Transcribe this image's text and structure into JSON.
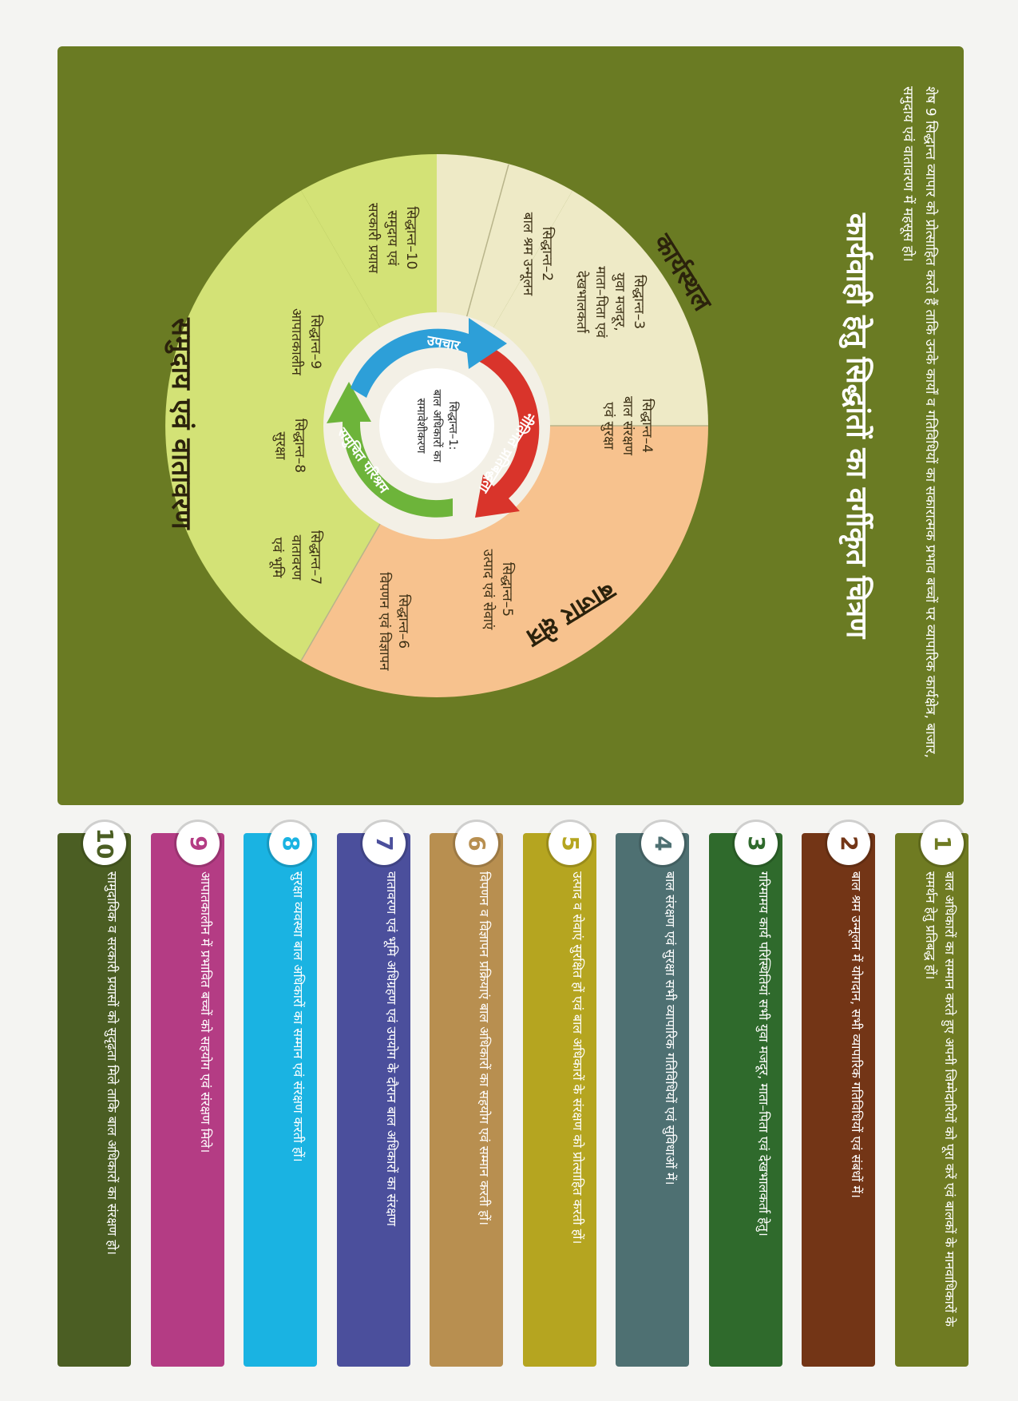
{
  "intro": "शेष 9 सिद्धान्त व्यापार को प्रोत्साहित करते हैं ताकि उनके कार्यों व गतिविधियों का सकारात्मक प्रभाव बच्चों पर व्यापारिक कार्यक्षेत्र, बाजार, समुदाय एवं वातावरण में महसूस हो।",
  "title": "कार्यवाही हेतु सिद्धांतों का वर्गीकृत चित्रण",
  "zones": {
    "workplace": "कार्यस्थल",
    "market": "बाजार क्षेत्र",
    "community": "समुदाय एवं वातावरण"
  },
  "segments": {
    "p4": {
      "head": "सिद्धान्त–4",
      "l1": "बाल संरक्षण",
      "l2": "एवं सुरक्षा"
    },
    "p3": {
      "head": "सिद्धान्त–3",
      "l1": "युवा मजदूर,",
      "l2": "माता–पिता एवं",
      "l3": "देखभालकर्ता"
    },
    "p2": {
      "head": "सिद्धान्त–2",
      "l1": "बाल श्रम उन्मूलन"
    },
    "p5": {
      "head": "सिद्धान्त–5",
      "l1": "उत्पाद एवं सेवाएं"
    },
    "p6": {
      "head": "सिद्धान्त–6",
      "l1": "विपणन एवं विज्ञापन"
    },
    "p10": {
      "head": "सिद्धान्त–10",
      "l1": "समुदाय एवं",
      "l2": "सरकारी प्रयास"
    },
    "p9": {
      "head": "सिद्धान्त–9",
      "l1": "आपातकालीन"
    },
    "p8": {
      "head": "सिद्धान्त–8",
      "l1": "सुरक्षा"
    },
    "p7": {
      "head": "सिद्धान्त–7",
      "l1": "वातावरण",
      "l2": "एवं भूमि"
    }
  },
  "cycle": {
    "arrow_red": "नीतिगत प्रतिबद्धता",
    "arrow_green": "समुचित परिश्रम",
    "arrow_blue": "उपचार",
    "center_l1": "सिद्धान्त–1:",
    "center_l2": "बाल अधिकारों का",
    "center_l3": "समावेशीकरण"
  },
  "cards": [
    {
      "num": "1",
      "text": "बाल अधिकारों का सम्मान करते हुए अपनी जिम्मेदारियों को पूरा करें एवं बालकों के मानवाधिकारों के समर्थन हेतु प्रतिबद्ध हों।",
      "color": "#6f7b22"
    },
    {
      "num": "2",
      "text": "बाल श्रम उन्मूलन में योगदान, सभी व्यापारिक गतिविधियों एवं संबंधों में।",
      "color": "#733516"
    },
    {
      "num": "3",
      "text": "गरिमामय कार्य परिस्थितियां सभी युवा मजदूर, माता–पिता एवं देखभालकर्ता हेतु।",
      "color": "#2f6a2c"
    },
    {
      "num": "4",
      "text": "बाल संरक्षण एवं सुरक्षा सभी व्यापारिक गतिविधियों एवं सुविधाओं में।",
      "color": "#4e7072"
    },
    {
      "num": "5",
      "text": "उत्पाद व सेवाएं सुरक्षित हों एवं बाल अधिकारों के संरक्षण को प्रोत्साहित करती हों।",
      "color": "#b5a520"
    },
    {
      "num": "6",
      "text": "विपणन व विज्ञापन प्रक्रियाएं बाल अधिकारों का सहयोग एवं सम्मान करती हों।",
      "color": "#b88f50"
    },
    {
      "num": "7",
      "text": "वातावरण एवं भूमि अधिग्रहण एवं उपयोग के दौरान बाल अधिकारों का संरक्षण",
      "color": "#4b4f9c"
    },
    {
      "num": "8",
      "text": "सुरक्षा व्यवस्था बाल अधिकारों का सम्मान एवं संरक्षण करती हों।",
      "color": "#1ab3e2"
    },
    {
      "num": "9",
      "text": "आपातकालीन में प्रभावित बच्चों को सहयोग एवं संरक्षण मिले।",
      "color": "#b43c84"
    },
    {
      "num": "10",
      "text": "सामुदायिक व सरकारी प्रयासों को सुदृढ़ता मिले ताकि बाल अधिकारों का संरक्षण हो।",
      "color": "#4b5e23"
    }
  ]
}
